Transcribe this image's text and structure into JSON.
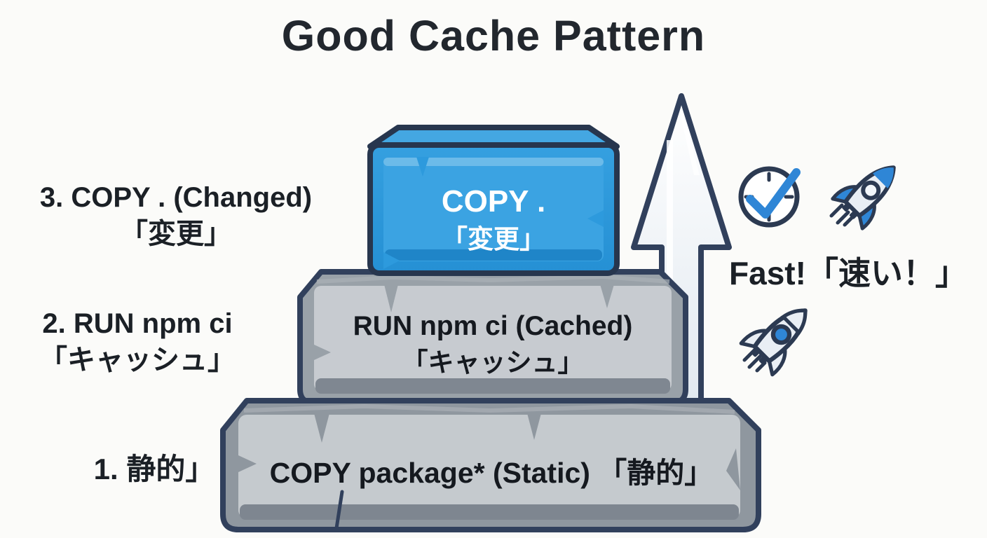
{
  "title": "Good Cache Pattern",
  "left_labels": [
    {
      "line1": "3. COPY . (Changed)",
      "line2": "「変更」"
    },
    {
      "line1": "2. RUN npm ci",
      "line2": "「キャッシュ」"
    },
    {
      "line1": "1. 静的」"
    }
  ],
  "pyramid": {
    "top_block": {
      "line1": "COPY .",
      "line2": "「変更」",
      "color": "#2d9add"
    },
    "middle_block": {
      "line1": "RUN npm ci (Cached)",
      "line2": "「キャッシュ」",
      "color": "#99a1a8"
    },
    "bottom_block": {
      "line1": "COPY package* (Static) 「静的」",
      "color": "#8f979f"
    }
  },
  "right_side": {
    "fast_label": "Fast!「速い！」",
    "arrow": {
      "name": "up-arrow",
      "direction": "up"
    },
    "icons": [
      {
        "name": "clock-check-icon"
      },
      {
        "name": "rocket-icon"
      },
      {
        "name": "rocket-icon"
      }
    ]
  },
  "colors": {
    "background": "#fbfbf9",
    "outline_navy": "#31405c",
    "block_blue": "#2d9add",
    "block_blue_light": "#3ba3e2",
    "stone_gray": "#939ba3",
    "stone_gray_light": "#c6cace",
    "accent_blue": "#2f86d6",
    "text_dark": "#1b2026"
  }
}
